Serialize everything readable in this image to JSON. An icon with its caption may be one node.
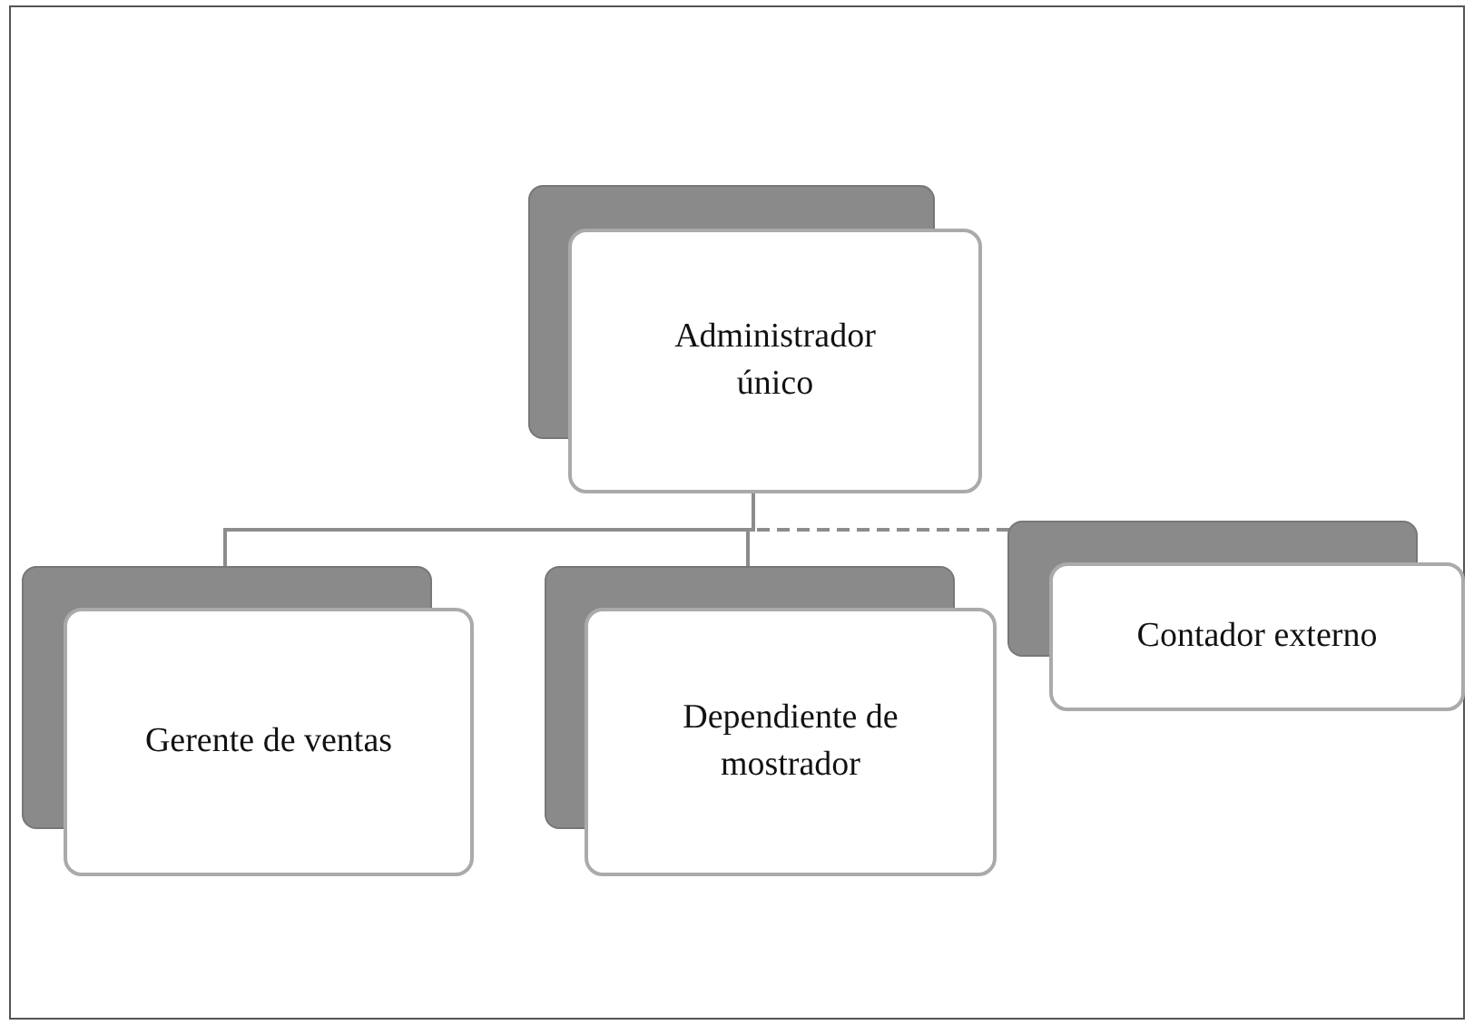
{
  "diagram": {
    "nodes": [
      {
        "text": [
          "Administrador único"
        ]
      },
      {
        "text": [
          "Gerente de ventas"
        ]
      },
      {
        "text": [
          "Dependiente de mostrador"
        ]
      },
      {
        "text": [
          "Contador externo"
        ]
      }
    ],
    "edges": [
      {
        "from": 0,
        "to": 1,
        "arrow": "none"
      },
      {
        "from": 0,
        "to": 2,
        "arrow": "none"
      },
      {
        "from": 0,
        "to": 3,
        "arrow": "none",
        "style": "dashed"
      }
    ]
  }
}
